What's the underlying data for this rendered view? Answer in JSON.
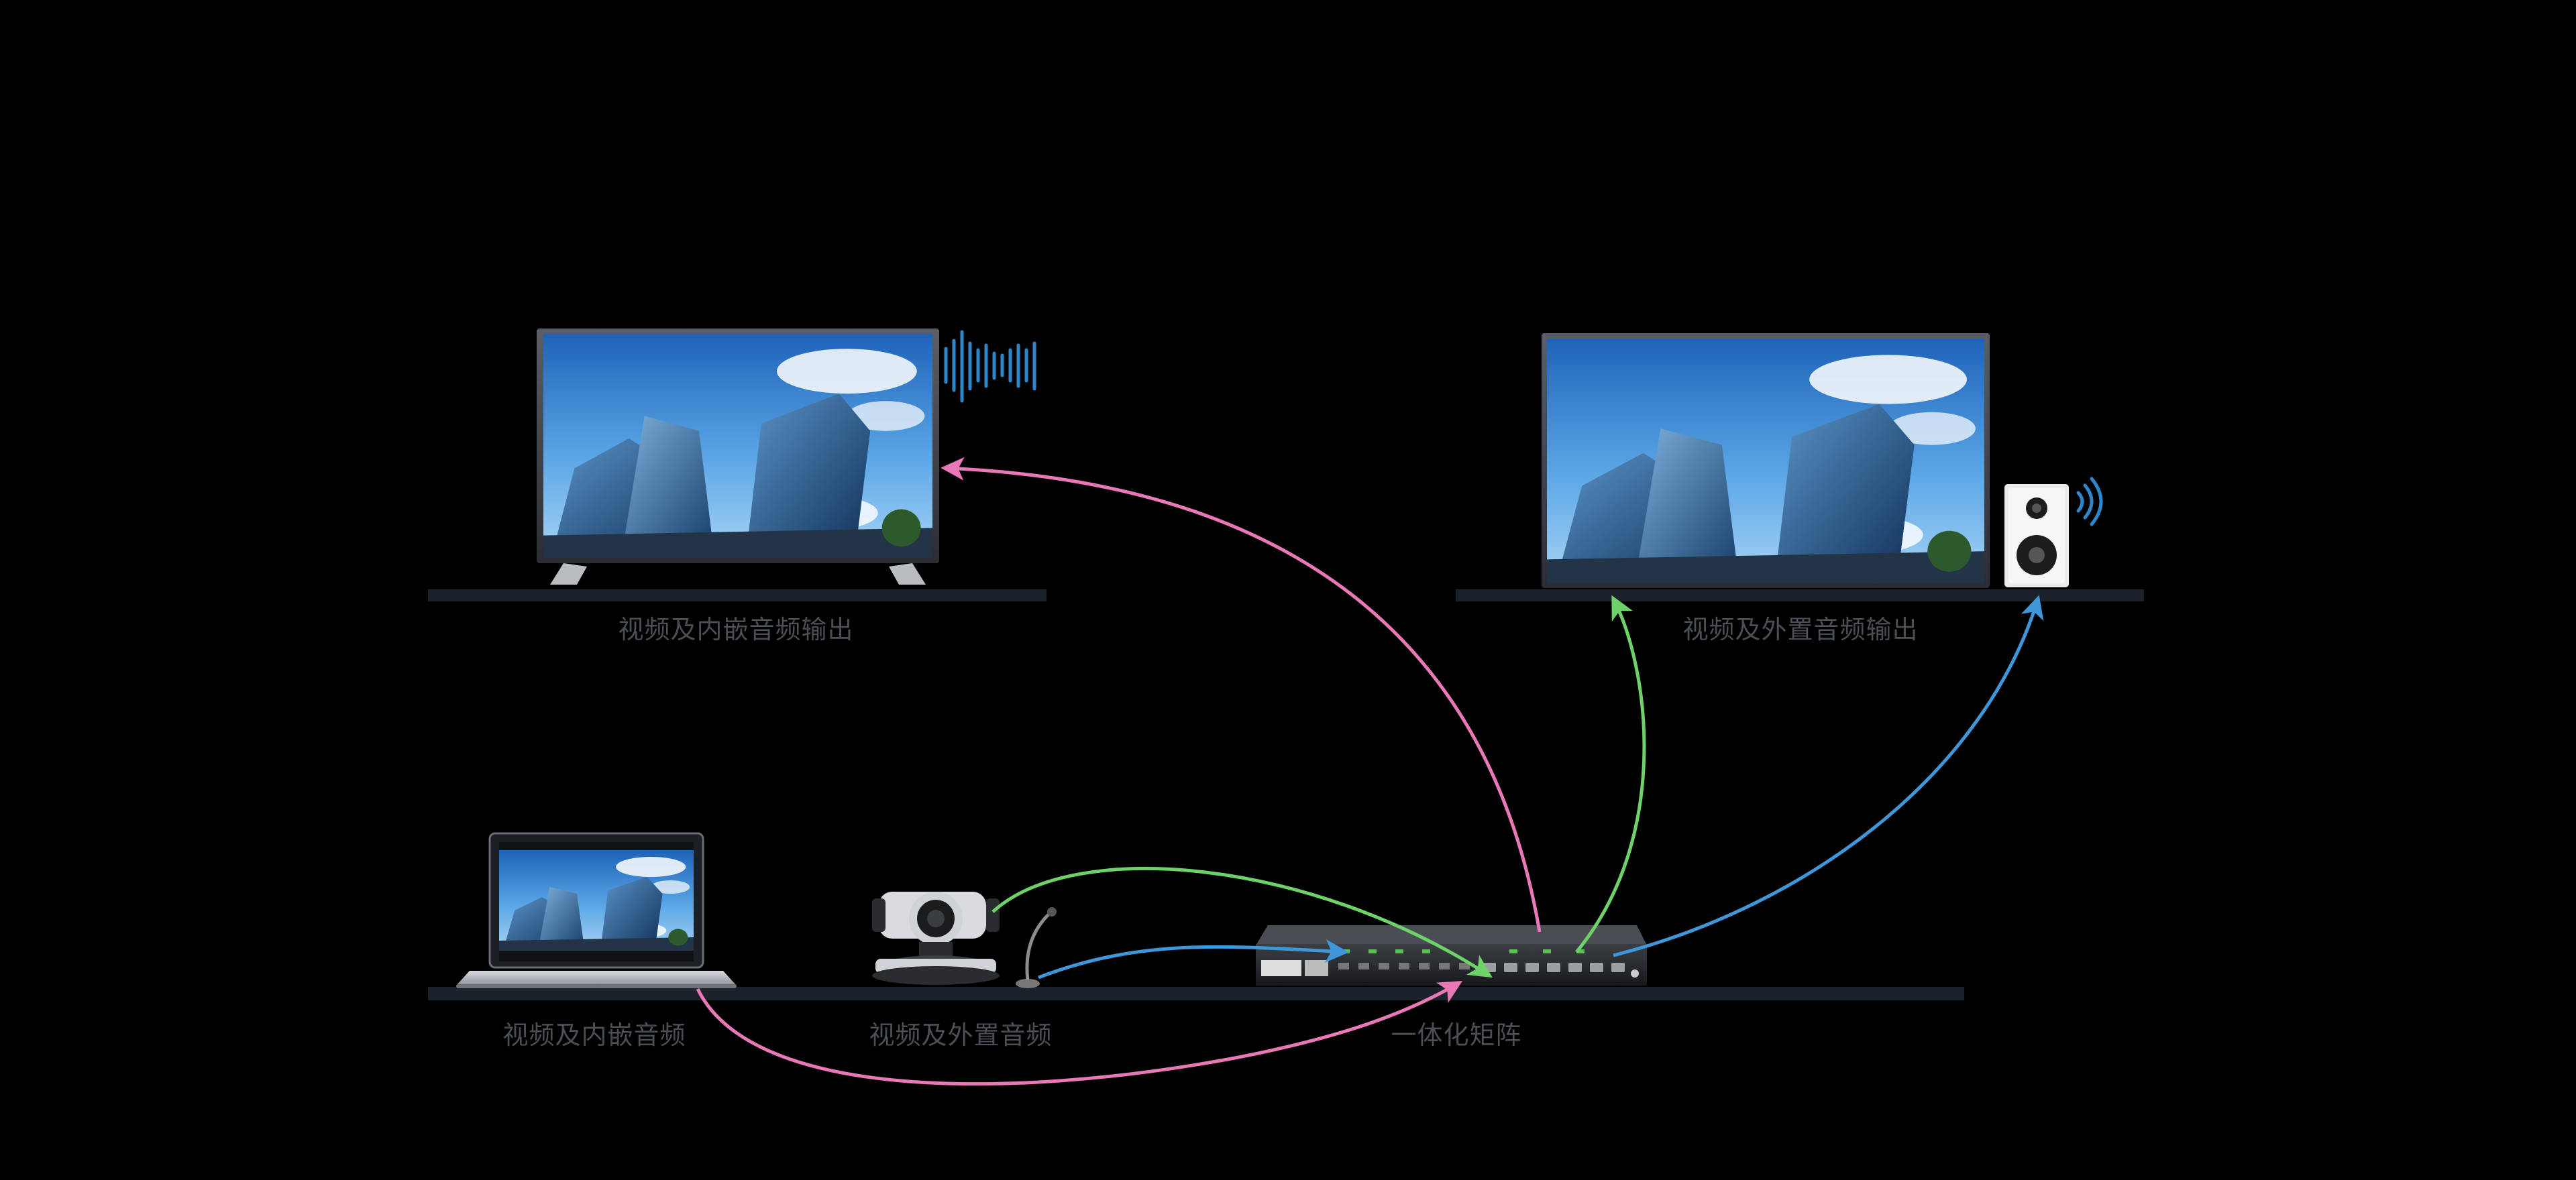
{
  "labels": {
    "tv_left": "视频及内嵌音频输出",
    "tv_right": "视频及外置音频输出",
    "laptop": "视频及内嵌音频",
    "camera": "视频及外置音频",
    "matrix": "一体化矩阵"
  },
  "colors": {
    "background": "#000000",
    "shelf": "#1b222b",
    "label": "#4a4e55",
    "pink_path": "#e879b6",
    "green_path": "#6fd16a",
    "blue_path": "#3f96d8",
    "sound_wave": "#2f86c9"
  },
  "icons": [
    "tv-icon",
    "tv-icon",
    "sound-wave-icon",
    "speaker-icon",
    "laptop-icon",
    "ptz-camera-icon",
    "microphone-icon",
    "matrix-switcher-icon"
  ]
}
